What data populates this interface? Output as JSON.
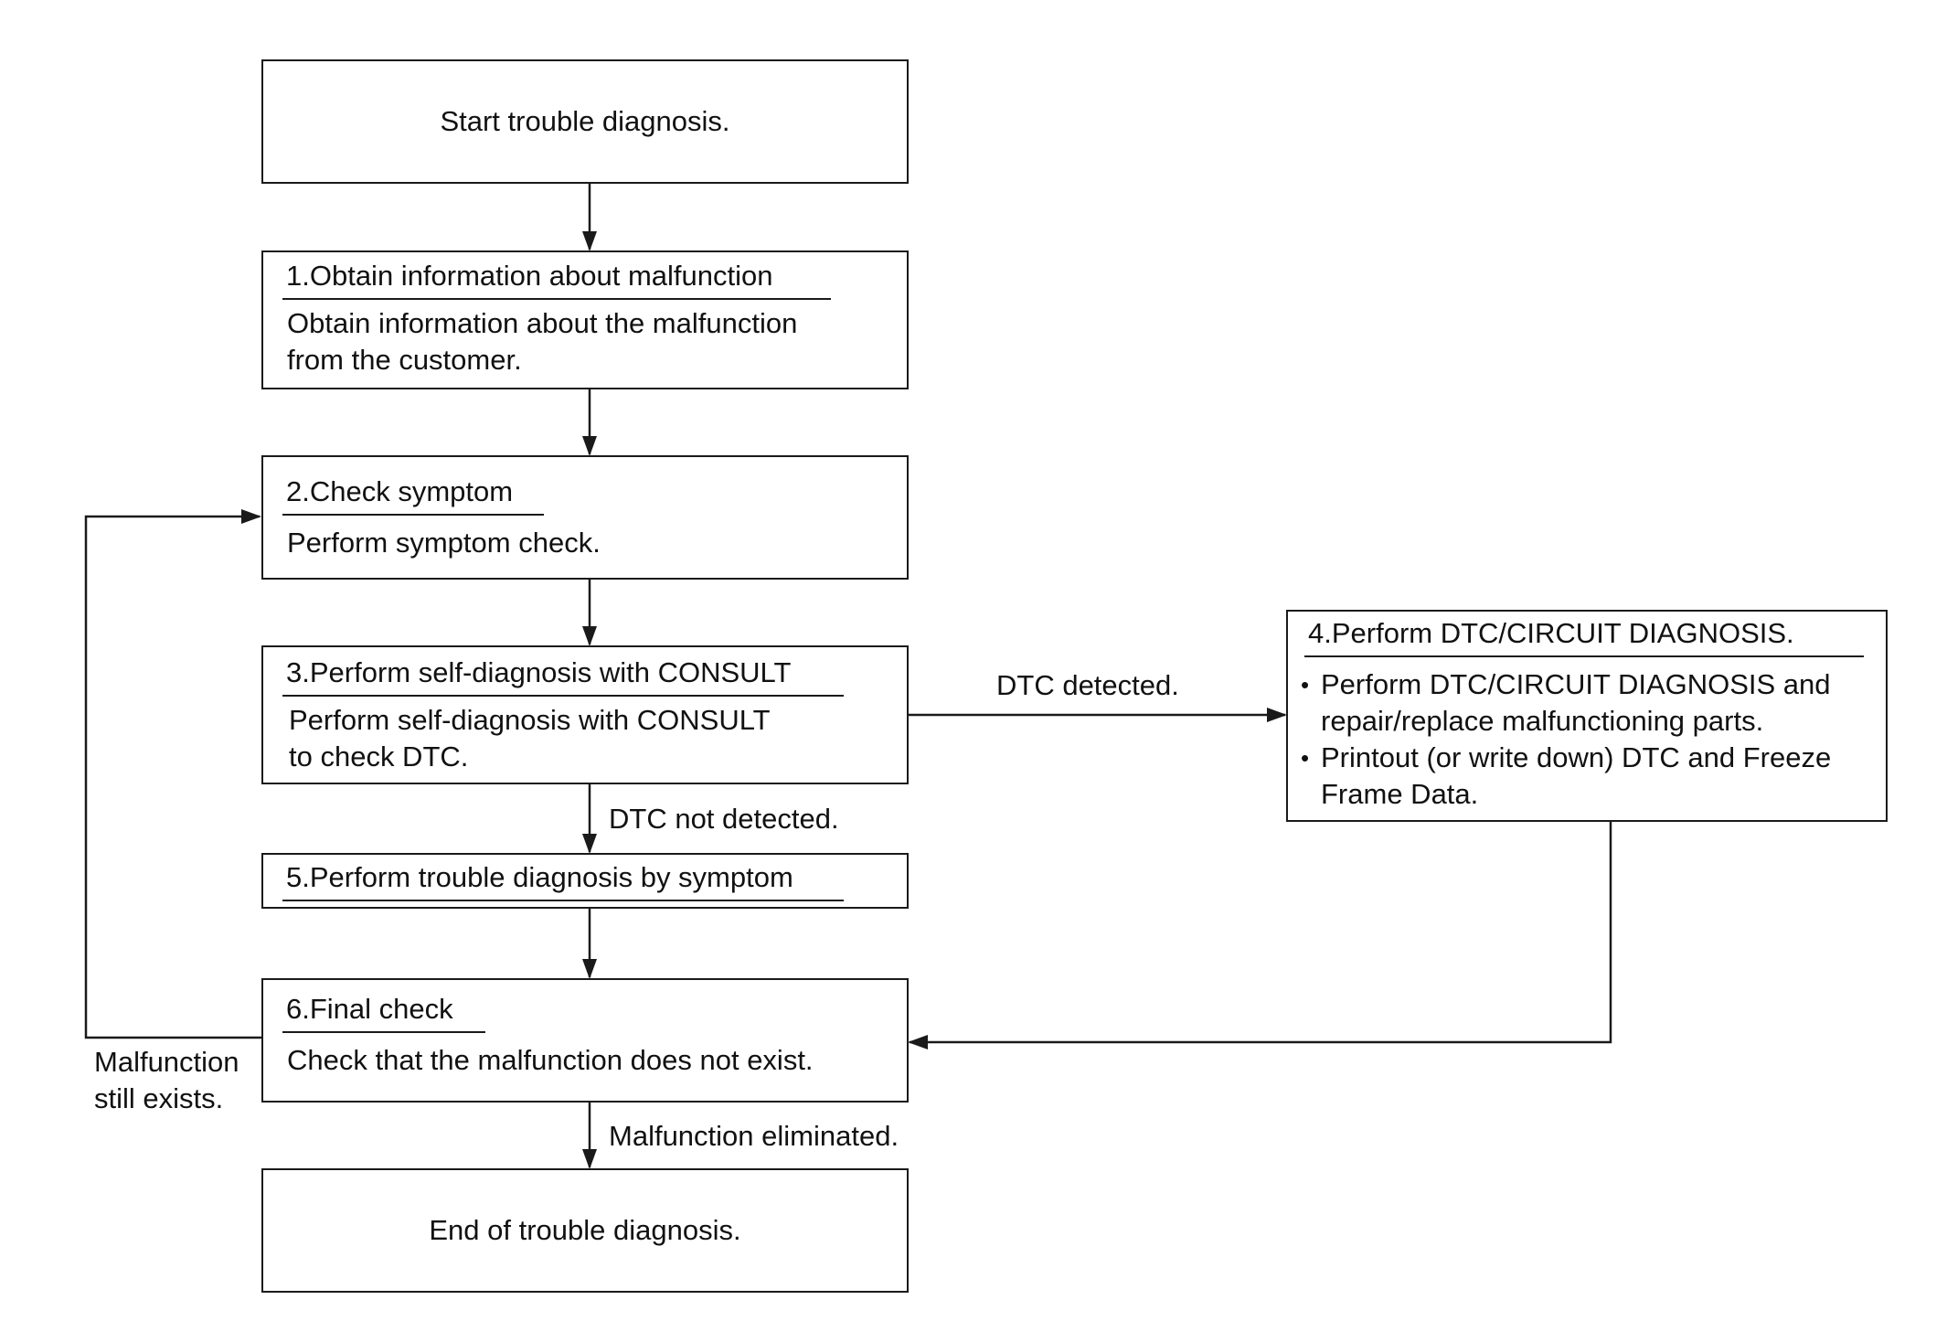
{
  "start_box": {
    "text": "Start trouble diagnosis."
  },
  "step1": {
    "title": "1.Obtain information about malfunction",
    "lines": [
      "Obtain information about the malfunction",
      "from the customer."
    ]
  },
  "step2": {
    "title": "2.Check symptom",
    "lines": [
      "Perform symptom check."
    ]
  },
  "step3": {
    "title": "3.Perform self-diagnosis with CONSULT",
    "lines": [
      "Perform self-diagnosis with CONSULT",
      "to check DTC."
    ]
  },
  "step4": {
    "title": "4.Perform DTC/CIRCUIT DIAGNOSIS.",
    "bullets": [
      {
        "marker": "•",
        "lines": [
          "Perform DTC/CIRCUIT DIAGNOSIS and",
          "repair/replace malfunctioning parts."
        ]
      },
      {
        "marker": "•",
        "lines": [
          "Printout (or write down) DTC and Freeze",
          "Frame Data."
        ]
      }
    ]
  },
  "step5": {
    "title": "5.Perform trouble diagnosis by symptom"
  },
  "step6": {
    "title": "6.Final check",
    "lines": [
      "Check that the malfunction does not exist."
    ]
  },
  "end_box": {
    "text": "End of trouble diagnosis."
  },
  "edge_labels": {
    "dtc_detected": "DTC detected.",
    "dtc_not_detected": "DTC not detected.",
    "malfunction_still_exists": [
      "Malfunction",
      "still exists."
    ],
    "malfunction_eliminated": "Malfunction eliminated."
  },
  "colors": {
    "line": "#1a1a1a",
    "background": "#ffffff"
  }
}
